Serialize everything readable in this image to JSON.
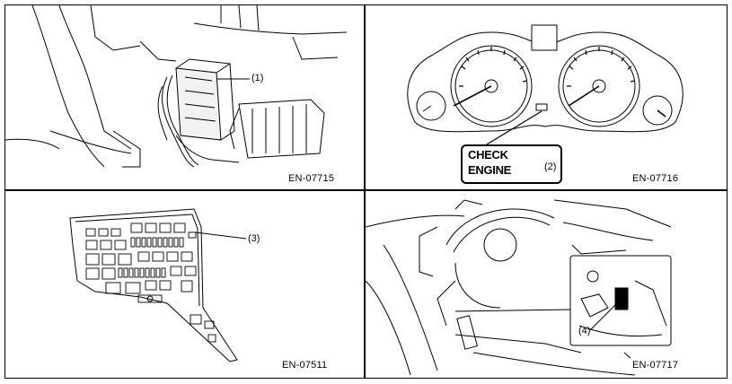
{
  "panels": [
    {
      "code": "EN-07715",
      "callout": "(1)"
    },
    {
      "code": "EN-07716",
      "callout": "(2)",
      "check_line1": "CHECK",
      "check_line2": "ENGINE"
    },
    {
      "code": "EN-07511",
      "callout": "(3)"
    },
    {
      "code": "EN-07717",
      "callout": "(4)"
    }
  ]
}
